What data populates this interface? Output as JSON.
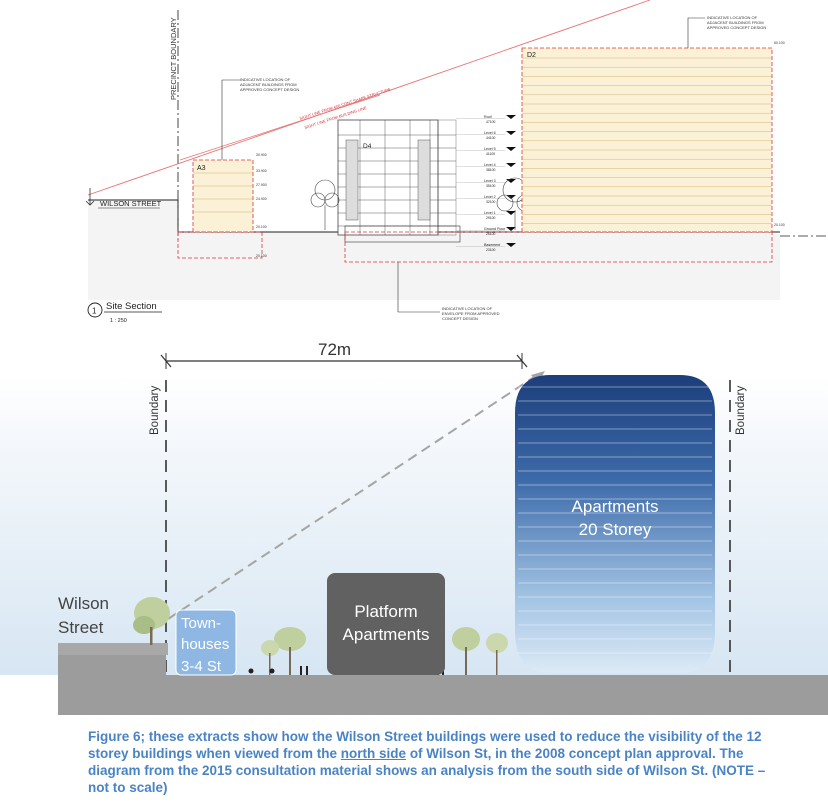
{
  "top_section": {
    "precinct_boundary": "PRECINCT BOUNDARY",
    "wilson_street": "WILSON STREET",
    "note_adjacent": [
      "INDICATIVE LOCATION OF",
      "ADJACENT BUILDINGS FROM",
      "APPROVED CONCEPT DESIGN"
    ],
    "note_adjacent_right": [
      "INDICATIVE LOCATION OF",
      "ADJACENT BUILDINGS FROM",
      "APPROVED CONCEPT DESIGN"
    ],
    "note_envelope": [
      "INDICATIVE LOCATION OF",
      "ENVELOPE FROM APPROVED",
      "CONCEPT DESIGN"
    ],
    "sightline_1": "SIGHT LINE FROM 600 CONT SHAPE STRUCTURE",
    "sightline_2": "SIGHT LINE FROM BUILDING LINE",
    "block_a3": "A3",
    "block_d4": "D4",
    "block_d2": "D2",
    "levels": [
      {
        "name": "Roof",
        "rl": "47100"
      },
      {
        "name": "Level 6",
        "rl": "44100"
      },
      {
        "name": "Level 5",
        "rl": "41100"
      },
      {
        "name": "Level 4",
        "rl": "38100"
      },
      {
        "name": "Level 3",
        "rl": "35100"
      },
      {
        "name": "Level 2",
        "rl": "32100"
      },
      {
        "name": "Level 1",
        "rl": "29100"
      },
      {
        "name": "Ground Floor",
        "rl": "26100"
      },
      {
        "name": "Basement",
        "rl": "23100"
      }
    ],
    "site_section_number": "1",
    "site_section_title": "Site Section",
    "site_section_scale": "1 : 250"
  },
  "bottom_section": {
    "distance": "72m",
    "boundary_left": "Boundary",
    "boundary_right": "Boundary",
    "wilson_street": [
      "Wilson",
      "Street"
    ],
    "townhouses": [
      "Town-",
      "houses",
      "3-4 St"
    ],
    "platform": [
      "Platform",
      "Apartments"
    ],
    "apartments": [
      "Apartments",
      "20 Storey"
    ]
  },
  "caption": {
    "part1": "Figure 6; these extracts show how the Wilson Street buildings were used to reduce the visibility of the 12 storey buildings when viewed from the ",
    "underlined": "north side",
    "part2": " of Wilson St, in the 2008 concept plan approval. The diagram from the 2015 consultation material shows an analysis from the south side of Wilson St. (NOTE – not to scale)"
  },
  "colors": {
    "block_fill": "#fbf1d6",
    "dashed_red": "#d9363e",
    "sky": "#e8f1f9",
    "ground": "#9a9a9a",
    "tower_top": "#1c3e7b",
    "tower_bottom": "#d5e6f5",
    "platform": "#616161",
    "townhouse": "#8eb8e3",
    "caption": "#4a83c4"
  }
}
